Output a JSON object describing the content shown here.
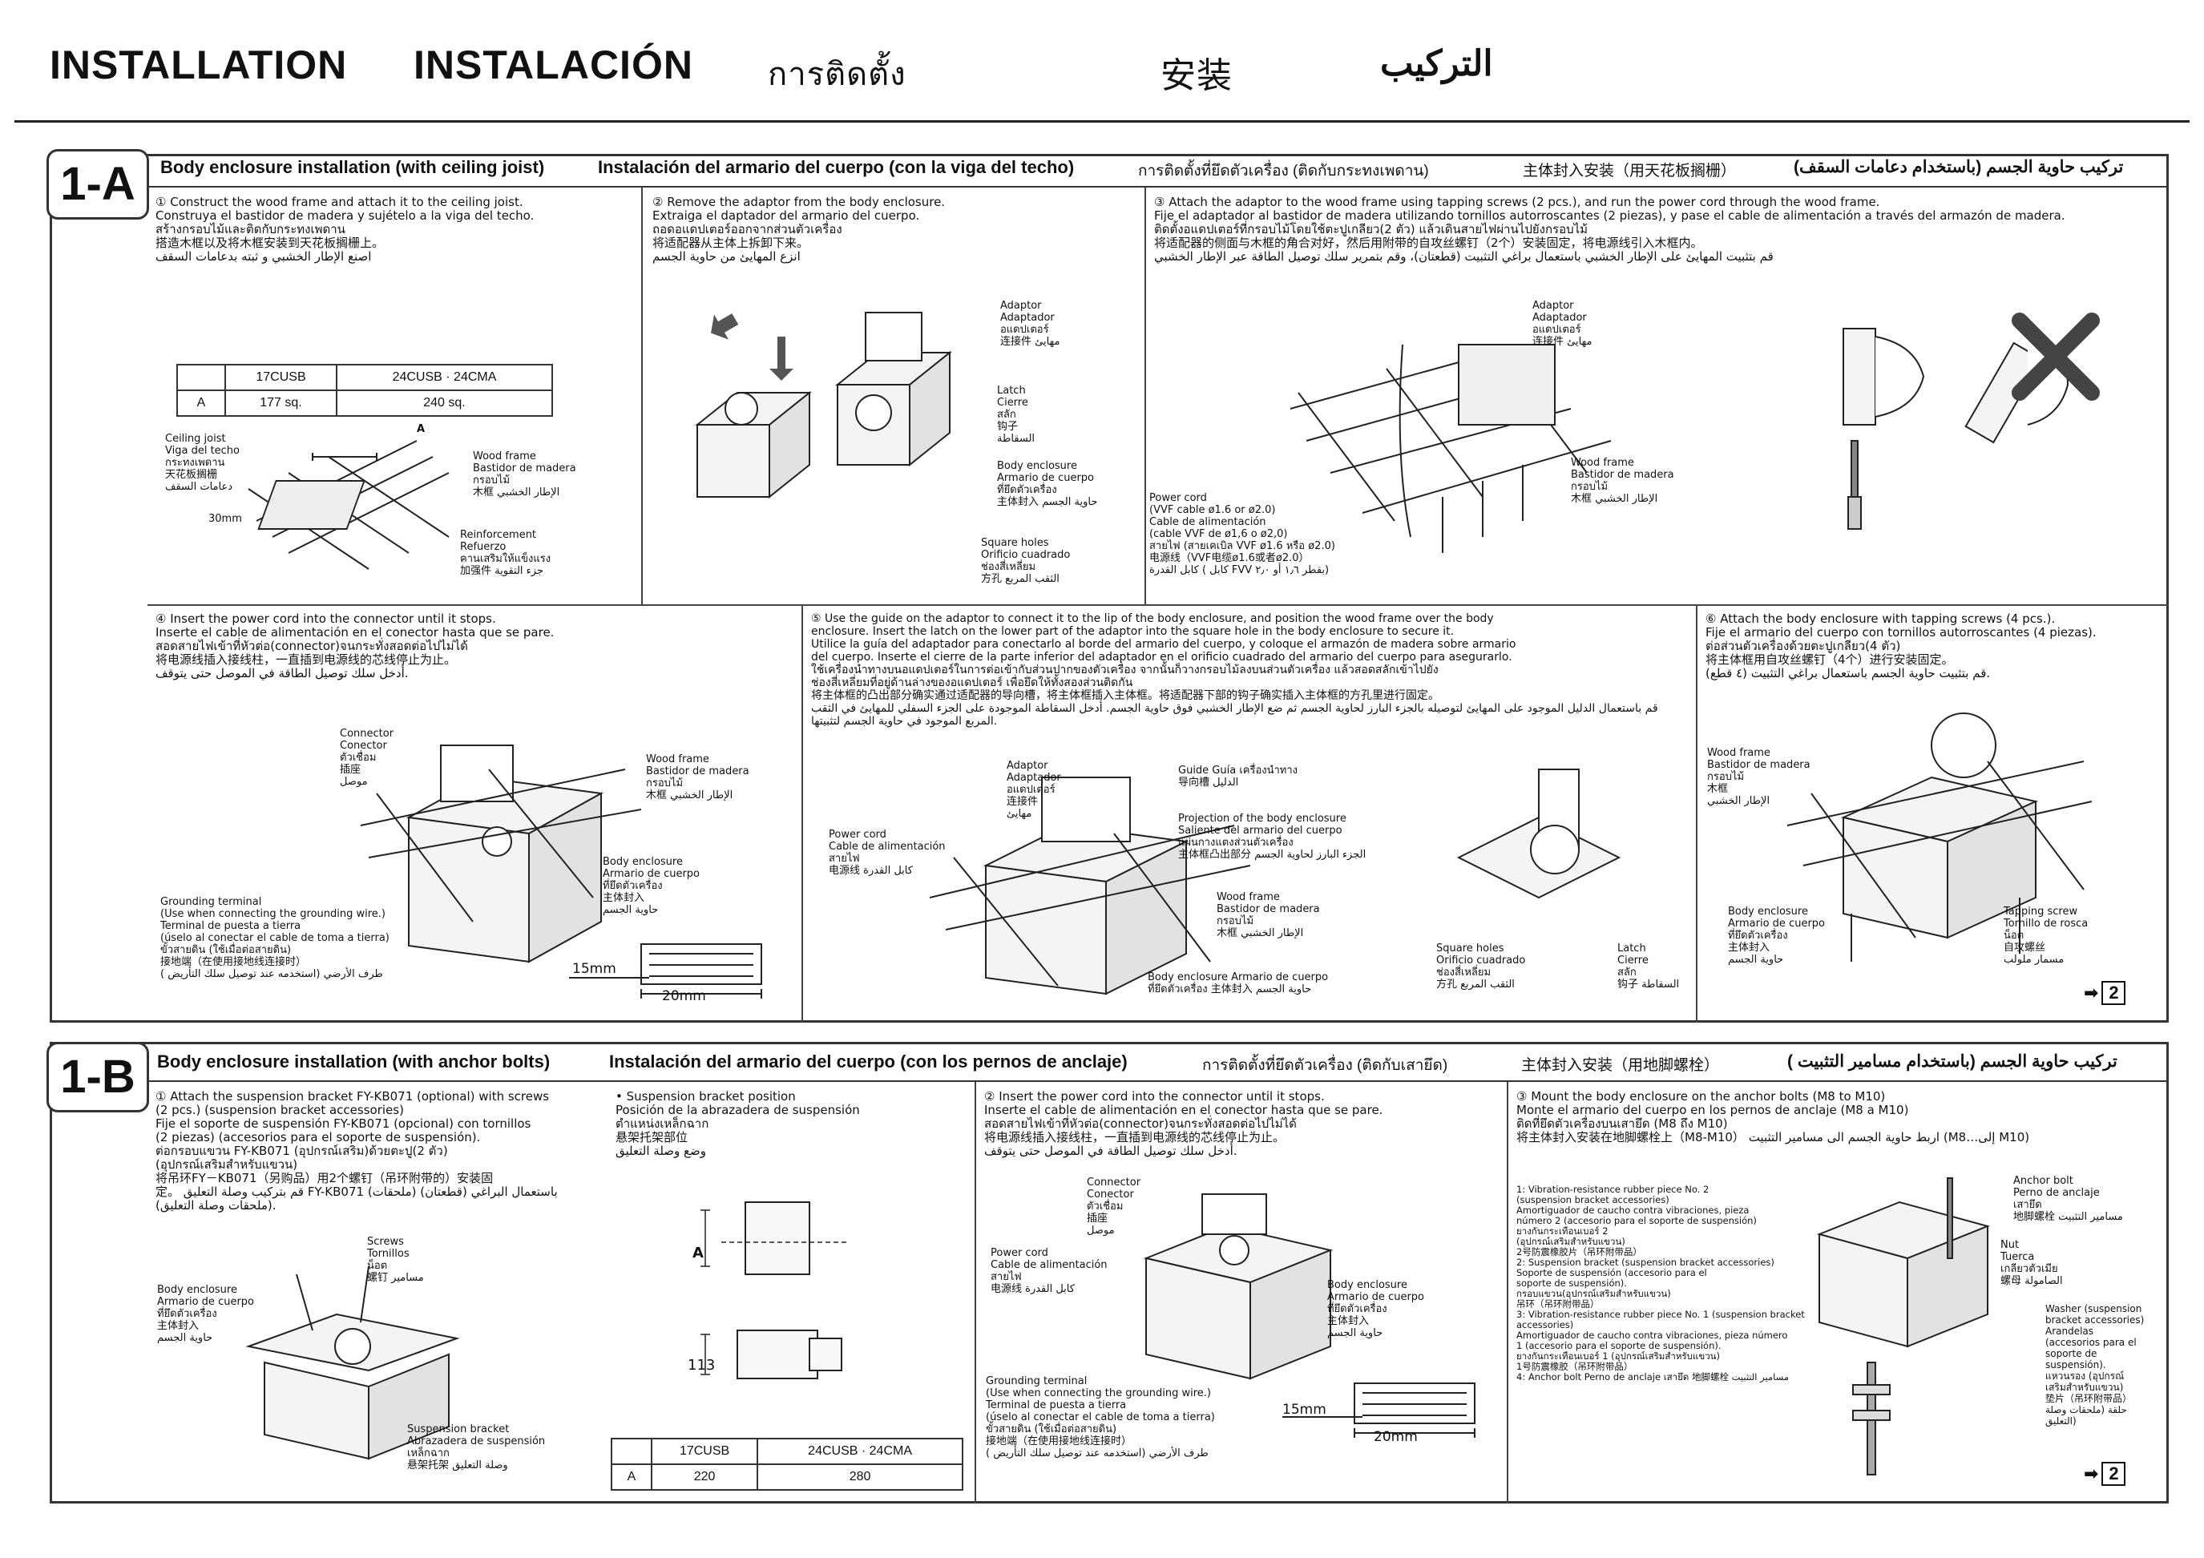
{
  "header": {
    "title_en": "INSTALLATION",
    "title_es": "INSTALACIÓN",
    "title_th": "การติดตั้ง",
    "title_zh": "安装",
    "title_ar": "التركيب"
  },
  "section_a": {
    "badge": "1-A",
    "title_en": "Body enclosure installation (with ceiling joist)",
    "title_es": "Instalación del armario del cuerpo (con la viga del techo)",
    "title_th": "การติดตั้งที่ยึดตัวเครื่อง (ติดกับกระทงเพดาน)",
    "title_zh": "主体封入安装（用天花板搁栅）",
    "title_ar": "تركيب حاوية الجسم (باستخدام دعامات السقف)",
    "step1": "① Construct the wood frame and attach it to the ceiling joist.\n   Construya el bastidor de madera y sujételo a la viga del techo.\n   สร้างกรอบไม้และติดกับกระทงเพดาน\n   搭造木框以及将木框安装到天花板搁栅上。\n   اصنع الإطار الخشبي و ثبته  بدعامات السقف",
    "step2": "② Remove the adaptor from the body enclosure.\n   Extraiga el daptador del armario del cuerpo.\n   ถอดอแดปเตอร์ออกจากส่วนตัวเครื่อง\n   将适配器从主体上拆卸下来。\n   انزع المهايئ من حاوية الجسم",
    "step3": "③ Attach the adaptor to the wood frame using tapping screws (2 pcs.), and run the power cord through the wood frame.\n   Fije el adaptador al bastidor de madera utilizando tornillos autorroscantes (2 piezas), y pase el cable de alimentación a través del armazón de madera.\n   ติดตั้งอแดปเตอร์ที่กรอบไม้โดยใช้ตะปูเกลียว(2 ตัว) แล้วเดินสายไฟผ่านไปยังกรอบไม้\n   将适配器的侧面与木框的角合对好，然后用附带的自攻丝螺钉（2个）安装固定，将电源线引入木框内。\n   قم بتثبيت المهايئ على الإطار الخشبي باستعمال براغي التثبيت (قطعتان)، وقم بتمرير سلك توصيل الطاقة عبر الإطار الخشبي",
    "table": {
      "headers": [
        "",
        "17CUSB",
        "24CUSB · 24CMA"
      ],
      "row": [
        "A",
        "177 sq.",
        "240 sq."
      ]
    },
    "lbl_ceiling_joist": "Ceiling joist\nViga del techo\nกระทงเพดาน\n天花板搁栅\nدعامات السقف",
    "lbl_30mm": "30mm",
    "lbl_A": "A",
    "lbl_wood_frame": "Wood frame\nBastidor de madera\nกรอบไม้\n木框   الإطار الخشبي",
    "lbl_reinforcement": "Reinforcement\nRefuerzo\nคานเสริมให้แข็งแรง\n加强件   جزء التقوية",
    "lbl_adaptor": "Adaptor\nAdaptador\nอแดปเตอร์\n连接件   مهايئ",
    "lbl_latch": "Latch\nCierre\nสลัก\n钩子\nالسقاطة",
    "lbl_body_enclosure": "Body enclosure\nArmario de cuerpo\nที่ยึดตัวเครื่อง\n主体封入   حاوية الجسم",
    "lbl_square_holes": "Square holes\nOrificio cuadrado\nช่องสี่เหลี่ยม\n方孔   الثقب المربع",
    "lbl_adaptor3": "Adaptor\nAdaptador\nอแดปเตอร์\n连接件   مهايئ",
    "lbl_power_cord3": "Power cord\n  (VVF cable ø1.6 or ø2.0)\nCable de alimentación\n  (cable VVF de ø1,6 o ø2,0)\nสายไฟ (สายเคเบิล VVF ø1.6 หรือ ø2.0)\n电源线（VVF电缆ø1.6或者ø2.0）\nكابل القدرة ( كابل FVV بقطر ١٫٦ أو ٢٫٠)",
    "lbl_wood_frame3": "Wood frame\nBastidor de madera\nกรอบไม้\n木框   الإطار الخشبي",
    "step4": "④ Insert the power cord into the connector until it stops.\n   Inserte el cable de alimentación en el conector hasta que se pare.\n   สอดสายไฟเข้าที่หัวต่อ(connector)จนกระทั่งสอดต่อไปไม่ได้\n   将电源线插入接线柱，一直插到电源线的芯线停止为止。\n   أدخل سلك توصيل الطاقة في الموصل حتى يتوقف.",
    "lbl_connector4": "Connector\nConector\nตัวเชื่อม\n插座\nموصل",
    "lbl_wood_frame4": "Wood frame\nBastidor de madera\nกรอบไม้\n木框   الإطار الخشبي",
    "lbl_body_enclosure4": "Body enclosure\nArmario de cuerpo\nที่ยึดตัวเครื่อง\n主体封入\nحاوية الجسم",
    "lbl_grounding4": "Grounding terminal\n(Use when connecting the grounding wire.)\nTerminal de puesta a tierra\n(úselo al conectar el cable de toma a tierra)\nขั้วสายดิน (ใช้เมื่อต่อสายดิน)\n接地端（在使用接地线连接时）\nطرف الأرضي (استخدمه عند توصيل سلك التأريض )",
    "lbl_15mm": "15mm",
    "lbl_20mm": "20mm",
    "step5": "⑤ Use the guide on the adaptor to connect it to the lip of the body enclosure, and position the wood frame over the body\n   enclosure.  Insert the latch on the lower part of the adaptor into the square hole in the body enclosure to secure it.\n   Utilice la guía del adaptador para conectarlo al borde del armario del cuerpo, y coloque el armazón de madera sobre armario\n   del cuerpo.  Inserte el cierre de la parte inferior del adaptador en el orificio cuadrado del armario del cuerpo para asegurarlo.\n   ใช้เครื่องนำทางบนอแดปเตอร์ในการต่อเข้ากับส่วนปากของตัวเครื่อง จากนั้นก็วางกรอบไม้ลงบนส่วนตัวเครื่อง แล้วสอดสลักเข้าไปยัง\n   ช่องสี่เหลี่ยมที่อยู่ด้านล่างของอแดปเตอร์ เพื่อยึดให้ทั้งสองส่วนติดกัน\n   将主体框的凸出部分确实通过适配器的导向槽，将主体框插入主体框。将适配器下部的钩子确实插入主体框的方孔里进行固定。\n   قم باستعمال الدليل الموجود على المهايئ لتوصيله بالجزء البارز لحاوية الجسم ثم ضع الإطار الخشبي فوق حاوية الجسم. أدخل السقاطة الموجودة على الجزء السفلي للمهايئ في الثقب\n   المربع الموجود في حاوية الجسم لتثبيتها.",
    "lbl_adaptor5": "Adaptor\nAdaptador\nอแดปเตอร์\n连接件\nمهايئ",
    "lbl_guide5": "Guide   Guía   เครื่องนำทาง\n导向槽    الدليل",
    "lbl_power_cord5": "Power cord\nCable de alimentación\nสายไฟ\n电源线   كابل القدرة",
    "lbl_projection5": "Projection of the body enclosure\nSaliente del armario del cuerpo\nแผ่นกางแตงส่วนตัวเครื่อง\n主体框凸出部分   الجزء البارز لحاوية الجسم",
    "lbl_wood_frame5": "Wood frame\nBastidor de madera\nกรอบไม้\n木框   الإطار الخشبي",
    "lbl_body_enclosure5": "Body enclosure   Armario de cuerpo\nที่ยึดตัวเครื่อง   主体封入   حاوية الجسم",
    "lbl_square_holes5": "Square holes\nOrificio cuadrado\nช่องสี่เหลี่ยม\n方孔   الثقب المربع",
    "lbl_latch5": "Latch\nCierre\nสลัก\n钩子   السقاطة",
    "step6": "⑥ Attach the body enclosure with tapping screws (4 pcs.).\n   Fije el armario del cuerpo con tornillos autorroscantes (4 piezas).\n   ต่อส่วนตัวเครื่องด้วยตะปูเกลียว(4 ตัว)\n   将主体框用自攻丝螺钉（4个）进行安装固定。\n   قم بتثبيت حاوية الجسم باستعمال براغي التثبيت (٤ قطع).",
    "lbl_wood_frame6": "Wood frame\nBastidor de madera\nกรอบไม้\n木框\nالإطار الخشبي",
    "lbl_body_enclosure6": "Body enclosure\nArmario de cuerpo\nที่ยึดตัวเครื่อง\n主体封入\nحاوية الجسم",
    "lbl_tapping6": "Tapping screw\nTornillo de rosca\nน็อต\n自攻螺丝\nمسمار ملولب",
    "next_page": "2"
  },
  "section_b": {
    "badge": "1-B",
    "title_en": "Body enclosure installation (with anchor bolts)",
    "title_es": "Instalación del armario del cuerpo (con los pernos de anclaje)",
    "title_th": "การติดตั้งที่ยึดตัวเครื่อง (ติดกับเสายึด)",
    "title_zh": "主体封入安装（用地脚螺栓）",
    "title_ar": "تركيب حاوية الجسم (باستخدام مسامير التثبيت )",
    "step1": "① Attach the suspension bracket FY-KB071 (optional) with screws\n   (2 pcs.) (suspension bracket accessories)\n   Fije el soporte de suspensión FY-KB071 (opcional) con tornillos\n   (2 piezas) (accesorios para el soporte de suspensión).\n   ต่อกรอบแขวน FY-KB071 (อุปกรณ์เสริม)ด้วยตะปู(2 ตัว)\n   (อุปกรณ์เสริมสำหรับแขวน)\n   将吊环FY－KB071（另购品）用2个螺钉（吊环附带的）安装固\n   定。 قم بتركيب وصلة التعليق FY-KB071 (ملحقات) باستعمال البراغي (قطعتان)\n   (ملحقات وصلة التعليق).",
    "lbl_screws": "Screws\nTornillos\nน็อต\n螺钉   مسامير",
    "lbl_body_enclosure_b1": "Body enclosure\nArmario de cuerpo\nที่ยึดตัวเครื่อง\n主体封入\nحاوية الجسم",
    "lbl_suspension_bracket": "Suspension bracket\nAbrazadera de suspensión\nเหล็กฉาก\n悬架托架   وصلة التعليق",
    "bracket_title": "• Suspension bracket position\n  Posición de la abrazadera de suspensión\n  ตำแหน่งเหล็กฉาก\n  悬架托架部位\n  وضع وصلة التعليق",
    "lbl_A_b": "A",
    "lbl_113": "113",
    "table": {
      "headers": [
        "",
        "17CUSB",
        "24CUSB · 24CMA"
      ],
      "row": [
        "A",
        "220",
        "280"
      ]
    },
    "step2": "② Insert the power cord into the connector until it stops.\n   Inserte el cable de alimentación en el conector hasta que se pare.\n   สอดสายไฟเข้าที่หัวต่อ(connector)จนกระทั่งสอดต่อไปไม่ได้\n   将电源线插入接线柱，一直插到电源线的芯线停止为止。\n   أدخل سلك توصيل الطاقة في الموصل حتى يتوقف.",
    "lbl_connector_b": "Connector\nConector\nตัวเชื่อม\n插座\nموصل",
    "lbl_power_cord_b": "Power cord\nCable de alimentación\nสายไฟ\n电源线   كابل القدرة",
    "lbl_body_enclosure_b2": "Body enclosure\nArmario de cuerpo\nที่ยึดตัวเครื่อง\n主体封入\nحاوية الجسم",
    "lbl_grounding_b": "Grounding terminal\n(Use when connecting the grounding wire.)\nTerminal de puesta a tierra\n(úselo al conectar el cable de toma a tierra)\nขั้วสายดิน (ใช้เมื่อต่อสายดิน)\n接地端（在使用接地线连接时）\nطرف الأرضي (استخدمه عند توصيل سلك التأريض )",
    "lbl_15mm": "15mm",
    "lbl_20mm": "20mm",
    "step3": "③ Mount the body enclosure on the anchor bolts (M8 to M10)\n   Monte el armario del cuerpo en los pernos de anclaje (M8 a M10)\n   ติดที่ยึดตัวเครื่องบนเสายึด (M8 ถึง M10)\n   将主体封入安装在地脚螺栓上（M8-M10）   اربط حاوية الجسم الى مسامير التثبيت (M8…إلى M10)",
    "parts": "1: Vibration-resistance rubber piece No. 2\n   (suspension bracket accessories)\n   Amortiguador de caucho contra vibraciones, pieza\n   número 2 (accesorio para el soporte de suspensión)\n   ยางกันกระเทือนเบอร์ 2\n   (อุปกรณ์เสริมสำหรับแขวน)\n   2号防震橡胶片（吊环附带品）\n2: Suspension bracket (suspension bracket accessories)\n   Soporte de suspensión (accesorio para el\n   soporte de suspensión).\n   กรอบแขวน(อุปกรณ์เสริมสำหรับแขวน)\n   吊环（吊环附带品）\n3: Vibration-resistance rubber piece No. 1 (suspension bracket accessories)\n   Amortiguador de caucho contra vibraciones, pieza número\n   1 (accesorio para el soporte de suspensión).\n   ยางกันกระเทือนเบอร์ 1 (อุปกรณ์เสริมสำหรับแขวน)\n   1号防震橡胶（吊环附带品）\n4: Anchor bolt    Perno de anclaje    เสายึด    地脚螺栓    مسامير التثبيت",
    "lbl_anchor_bolt": "Anchor bolt\nPerno de anclaje\nเสายึด\n地脚螺栓   مسامير التثبيت",
    "lbl_nut": "Nut\nTuerca\nเกลียวตัวเมีย\n螺母   الصامولة",
    "lbl_washer": "Washer (suspension\nbracket accessories)\nArandelas\n(accesorios para el\nsoporte de\nsuspensión).\nแหวนรอง (อุปกรณ์\nเสริมสำหรับแขวน)\n垫片（吊环附带品）\nحلقة (ملحقات وصلة\nالتعليق)",
    "next_page": "2"
  }
}
